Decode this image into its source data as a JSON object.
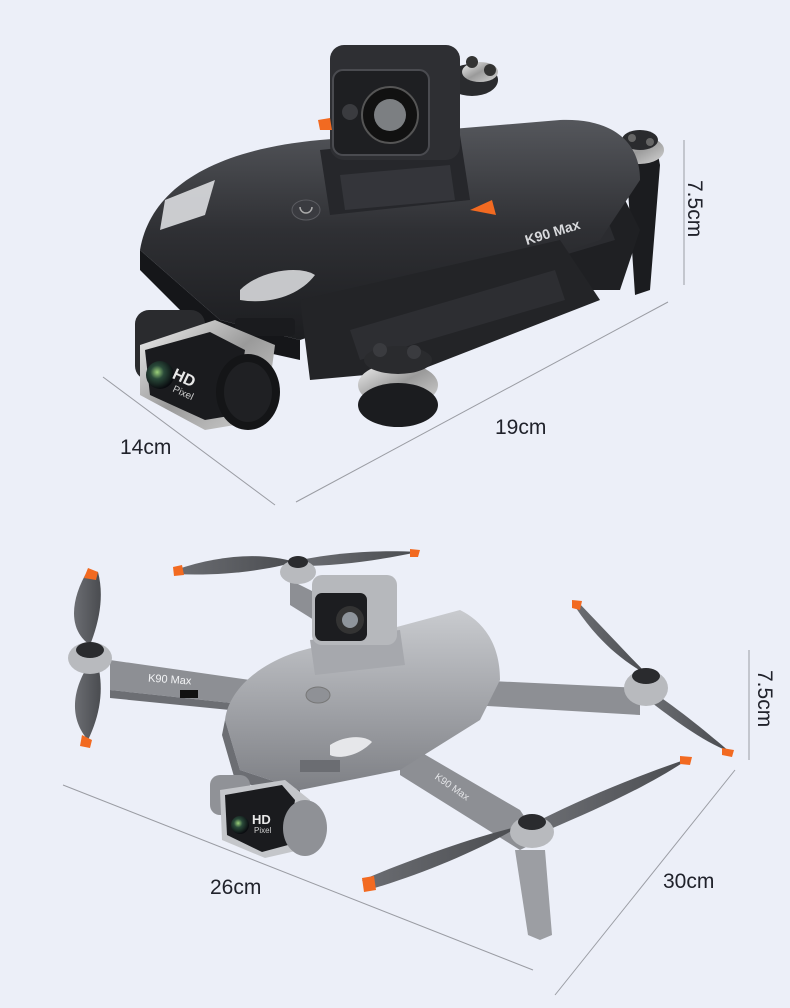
{
  "product": {
    "model_name": "K90 Max",
    "camera_badge": {
      "line1": "HD",
      "line2": "Pixel"
    }
  },
  "views": {
    "folded": {
      "label": "folded-drone-dark",
      "color": "#2e2f33",
      "dimensions": {
        "height": "7.5cm",
        "length": "19cm",
        "width": "14cm"
      }
    },
    "unfolded": {
      "label": "unfolded-drone-grey",
      "color": "#8f9196",
      "dimensions": {
        "height": "7.5cm",
        "width": "26cm",
        "length": "30cm"
      }
    }
  },
  "colors": {
    "background": "#eceff8",
    "dimension_line": "#9a9ca3",
    "text": "#20222b",
    "propeller_tip": "#f26a21",
    "dark_body": "#2e2f33",
    "grey_body": "#9c9ea3"
  }
}
